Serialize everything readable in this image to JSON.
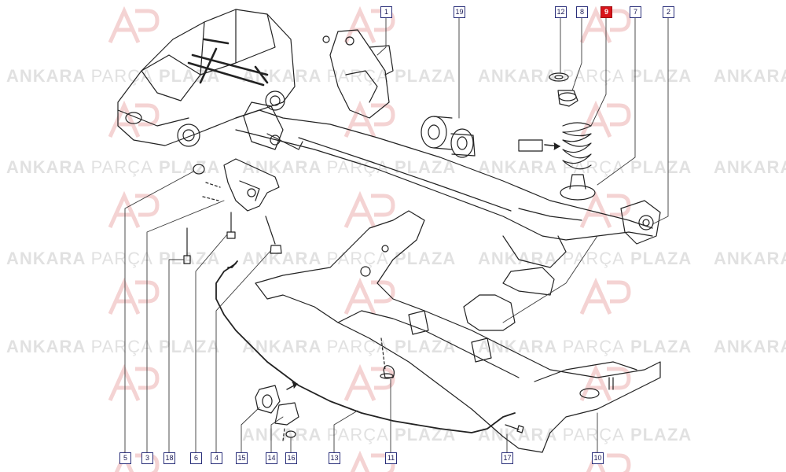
{
  "watermark": {
    "word1": "ANKARA",
    "word2": "PARÇA",
    "word3": "PLAZA",
    "logo": "AP"
  },
  "colors": {
    "line": "#222222",
    "callout_border": "#2a2f7a",
    "highlight": "#d8141a",
    "watermark": "#bdbdbd"
  },
  "callouts": {
    "c1": "1",
    "c2": "2",
    "c3": "3",
    "c4": "4",
    "c5": "5",
    "c6": "6",
    "c7": "7",
    "c8": "8",
    "c9": "9",
    "c10": "10",
    "c11": "11",
    "c12": "12",
    "c13": "13",
    "c14": "14",
    "c15": "15",
    "c16": "16",
    "c17": "17",
    "c18": "18",
    "c19": "19"
  },
  "highlighted_callout": "9"
}
